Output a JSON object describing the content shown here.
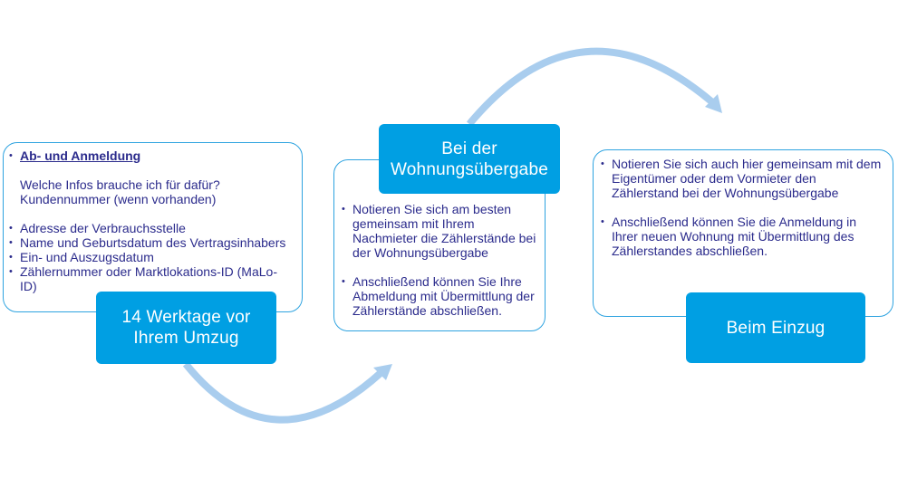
{
  "colors": {
    "stage_box_fill": "#009fe3",
    "stage_text": "#ffffff",
    "text_box_border": "#2ea3e0",
    "text_color": "#2b2b8c",
    "arrow_color": "#a9cdee"
  },
  "stages": [
    {
      "title_line1": "14 Werktage vor",
      "title_line2": "Ihrem Umzug",
      "details": {
        "heading": "Ab- und Anmeldung",
        "intro_line1": "Welche Infos brauche ich für dafür?",
        "intro_line2": "Kundennummer (wenn vorhanden)",
        "items": [
          "Adresse der Verbrauchsstelle",
          "Name und Geburtsdatum des Vertragsinhabers",
          "Ein- und Auszugsdatum",
          "Zählernummer oder Marktlokations-ID (MaLo-ID)"
        ]
      }
    },
    {
      "title_line1": "Bei der",
      "title_line2": "Wohnungsübergabe",
      "details": {
        "items": [
          "Notieren Sie sich am besten gemeinsam mit Ihrem Nachmieter die Zählerstände bei der Wohnungsübergabe",
          "Anschließend können Sie Ihre Abmeldung mit Übermittlung der Zählerstände abschließen."
        ]
      }
    },
    {
      "title_line1": "Beim Einzug",
      "details": {
        "items": [
          "Notieren Sie sich auch hier gemeinsam mit dem Eigentümer oder dem Vormieter den Zählerstand bei der Wohnungsübergabe",
          "Anschließend können Sie die Anmeldung in Ihrer neuen Wohnung mit Übermittlung des Zählerstandes abschließen."
        ]
      }
    }
  ],
  "arrows": [
    {
      "from": "14 Werktage vor Ihrem Umzug",
      "to": "Bei der Wohnungsübergabe",
      "direction": "curved-up-right"
    },
    {
      "from": "Bei der Wohnungsübergabe",
      "to": "Beim Einzug",
      "direction": "curved-down-right"
    }
  ]
}
